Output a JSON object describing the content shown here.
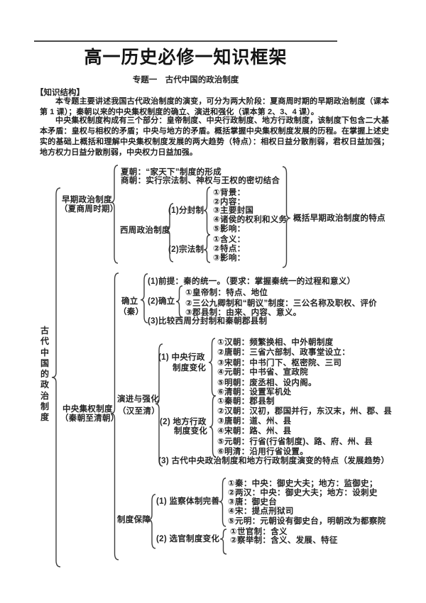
{
  "page": {
    "title": "高一历史必修一知识框架",
    "subtitle": "专题一　古代中国的政治制度",
    "section_heading": "【知识结构】",
    "para1": "本专题主要讲述我国古代政治制度的演变，可分为两大阶段：夏商周时期的早期政治制度（课本第 1 课）；秦朝以来的中央集权制度的确立、演进和强化（课本第 2、3、4 课）。",
    "para2": "中央集权制度构成有三个部分：皇帝制度、中央行政制度、地方行政制度，该制度下包含二大基本矛盾：皇权与相权的矛盾；中央与地方的矛盾。概括掌握中央集权制度发展的历程。在掌握上述史实的基础上概括和理解中央集权制度发展的两大趋势（特点）：相权日益分散削弱，君权日益加强；地方权力日益分散削弱，中央权力日益加强。"
  },
  "tree": {
    "root": "古代中国的政治制度",
    "early": {
      "label1": "早期政治制度",
      "label2": "（夏商周时期）",
      "xia": "夏朝：“家天下”制度的形成",
      "shang": "商朝：实行宗法制、神权与王权的密切结合",
      "xizhou": "西周政治制度",
      "fengjian": {
        "label": "(1)分封制",
        "items": [
          "①背景：",
          "②内容：",
          "③主要封国",
          "④诸侯的权利和义务",
          "⑤影响："
        ]
      },
      "zongfa": {
        "label": "(2)宗法制",
        "items": [
          "①含义：",
          "②特点：",
          "③影响："
        ]
      },
      "summary": "概括早期政治制度的特点"
    },
    "central": {
      "label1": "中央集权制度",
      "label2": "（秦朝至清朝）",
      "queli": {
        "label1": "确立",
        "label2": "（秦）",
        "premise": "(1)前提：秦的统一。（要求：掌握秦统一的过程和意义）",
        "establish": {
          "label": "(2)确立",
          "items": [
            "①皇帝制：特点、地位",
            "②三公九卿制和“朝议”制度：三公名称及职权、评价",
            "③郡县制：由来、内容、意义。"
          ]
        },
        "compare": "(3)比较西周分封制和秦朝郡县制"
      },
      "evolve": {
        "label1": "演进与强化",
        "label2": "（汉至清）",
        "centraladmin": {
          "label1": "(1) 中央行政",
          "label2": "制度变化",
          "items": [
            "①汉朝：频繁换相、中外朝制度",
            "②唐朝：三省六部制、政事堂设立：",
            "③宋朝：中书门下、枢密院、三司",
            "④元朝：中书省、宣政院",
            "⑤明朝：废丞相、设内阁。",
            "⑥清朝：设置军机处"
          ]
        },
        "localadmin": {
          "label1": "(2) 地方行政",
          "label2": "制度变化",
          "items": [
            "①秦朝：郡县制",
            "②汉朝：汉初，郡国并行，东汉末，州、郡、县",
            "③唐朝：道、州、县",
            "④宋朝：路、州、县",
            "⑤元朝：行省(行省制度)、路、府、州、县",
            "⑥明清：沿用行省设置。"
          ]
        },
        "trend": "(3) 古代中央政治制度和地方行政制度演变的特点（发展趋势）"
      },
      "guarantee": {
        "label": "制度保障",
        "supervision": {
          "label": "(1) 监察体制完善",
          "items": [
            "①秦：中央：御史大夫；地方：监御史；",
            "②两汉：中央：御史大夫；地方：设刺史",
            "③唐：御史台",
            "④宋：提点刑狱司",
            "⑤元明：元朝设有御史台，明朝改为都察院"
          ]
        },
        "selection": {
          "label": "(2) 选官制度变化",
          "items": [
            "①世官制：含义",
            "②察举制：含义、发展、特征"
          ]
        }
      }
    }
  }
}
